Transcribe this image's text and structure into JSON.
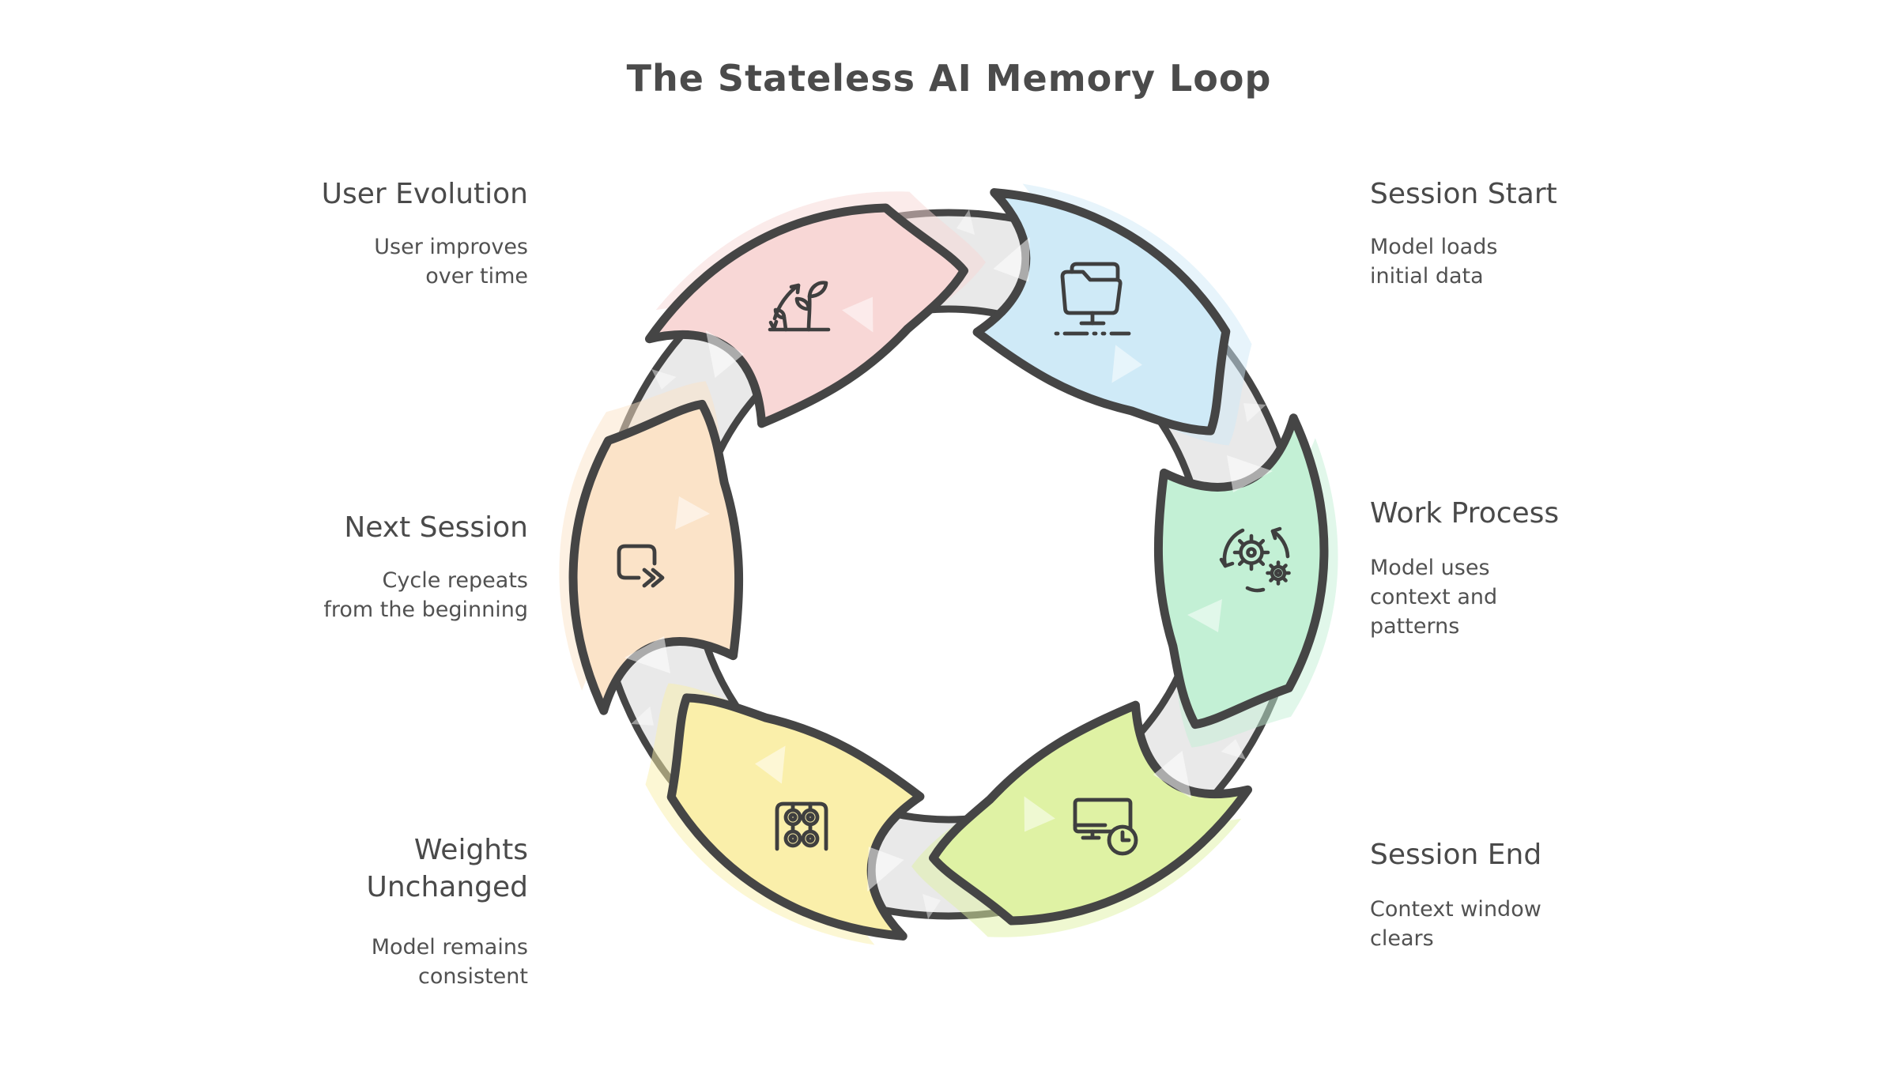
{
  "title": "The Stateless AI Memory Loop",
  "diagram": {
    "type": "cycle",
    "direction": "clockwise",
    "ring_color": "#e9e9e9",
    "outline_color": "#454545",
    "icon_stroke_color": "#3f3f3f",
    "background_color": "#ffffff",
    "text_color": "#4a4a4a"
  },
  "stages": [
    {
      "label": "Session Start",
      "description": "Model loads\ninitial data",
      "icon": "folder-network-icon",
      "color": "#cfeaf7",
      "position": "top-right",
      "angle_deg": -60
    },
    {
      "label": "Work Process",
      "description": "Model uses\ncontext and\npatterns",
      "icon": "gears-cycle-icon",
      "color": "#c3f0d5",
      "position": "right",
      "angle_deg": 0
    },
    {
      "label": "Session End",
      "description": "Context window\nclears",
      "icon": "monitor-clock-icon",
      "color": "#dff2a4",
      "position": "bottom-right",
      "angle_deg": 60
    },
    {
      "label": "Weights\nUnchanged",
      "description": "Model remains\nconsistent",
      "icon": "weights-grid-icon",
      "color": "#faefaa",
      "position": "bottom-left",
      "angle_deg": 120
    },
    {
      "label": "Next Session",
      "description": "Cycle repeats\nfrom the beginning",
      "icon": "repeat-icon",
      "color": "#fbe3c8",
      "position": "left",
      "angle_deg": 180
    },
    {
      "label": "User Evolution",
      "description": "User improves\nover time",
      "icon": "growth-plant-icon",
      "color": "#f8d7d6",
      "position": "top-left",
      "angle_deg": 240
    }
  ]
}
